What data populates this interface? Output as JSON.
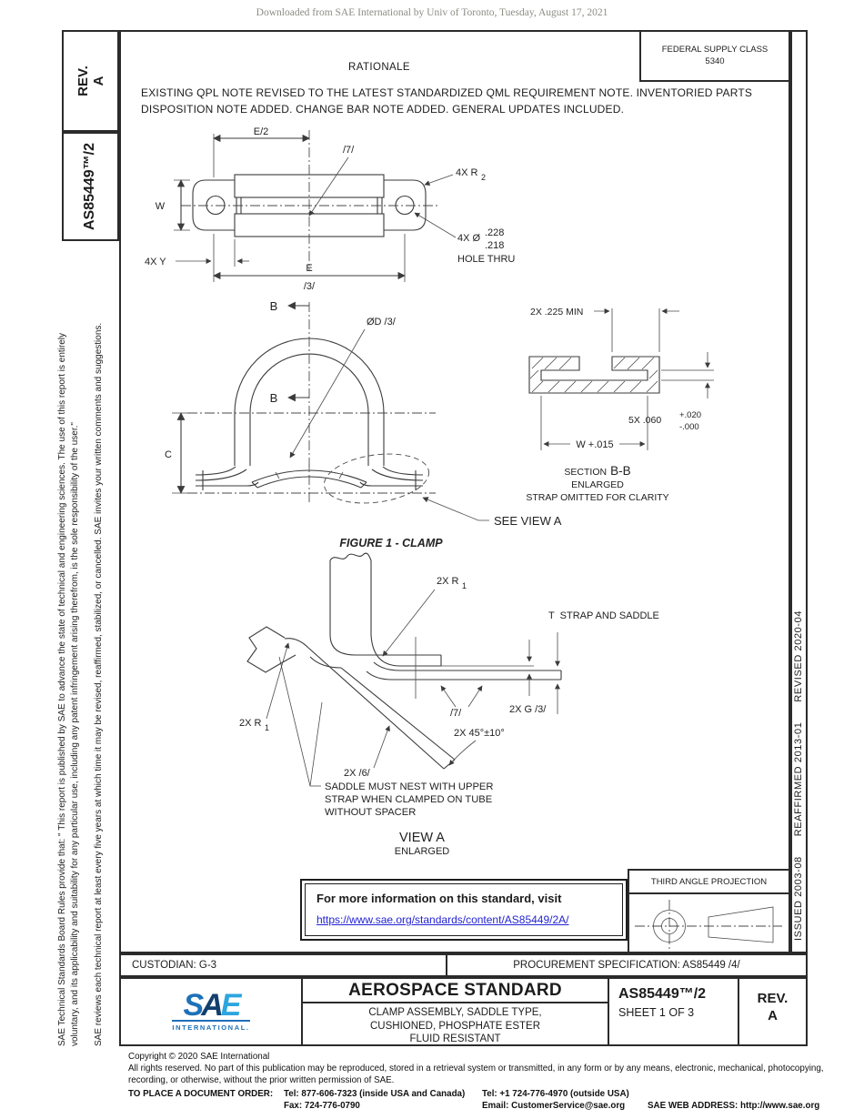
{
  "watermark": "Downloaded from SAE International by Univ of Toronto, Tuesday, August 17, 2021",
  "colors": {
    "link_blue": "#2323d3",
    "logo_s_blue": "#1e71b8",
    "logo_a_navy": "#123f6e",
    "logo_e_cyan": "#2ba6df",
    "line_gray": "#3b3b3b"
  },
  "left_sidebar": {
    "rev_label": "REV.",
    "rev_value": "A",
    "doc_number": "AS85449™/2",
    "legal_1_lines": [
      "SAE Technical Standards Board Rules provide that: \" This report is published by SAE to advance the state of technical and engineering sciences. The use of this report is entirely",
      "voluntary, and its applicability and suitability for any particular use, including any patent infringement arising therefrom, is the sole responsibility of the user.\""
    ],
    "legal_2": "SAE reviews each technical report at least every five years at which time it may be revised, reaffirmed, stabilized, or cancelled. SAE invites your written comments and suggestions."
  },
  "right_sidebar": {
    "dates": "ISSUED 2003-08      REAFFIRMED 2013-01      REVISED 2020-04"
  },
  "header": {
    "fsc_title": "FEDERAL SUPPLY CLASS",
    "fsc_code": "5340",
    "rationale_title": "RATIONALE",
    "rationale_body": "EXISTING QPL NOTE REVISED TO THE LATEST STANDARDIZED QML REQUIREMENT NOTE. INVENTORIED PARTS DISPOSITION NOTE ADDED. CHANGE BAR NOTE ADDED. GENERAL UPDATES INCLUDED."
  },
  "figures": {
    "top_view": {
      "labels": {
        "e_half": "E/2",
        "flag_7": "/7/",
        "r2": "4X R",
        "r2_sub": "2",
        "w": "W",
        "y": "4X Y",
        "e": "E",
        "e_flag": "/3/",
        "hole_qty": "4X Ø",
        "hole_max": ".228",
        "hole_min": ".218",
        "hole_thru": "HOLE THRU"
      }
    },
    "front_view": {
      "labels": {
        "b_top": "B",
        "b_mid": "B",
        "dia": "ØD /3/",
        "c": "C",
        "see": "SEE VIEW A"
      },
      "caption": "FIGURE 1 - CLAMP"
    },
    "section_bb": {
      "labels": {
        "top": "2X .225 MIN",
        "right_main": "5X .060",
        "right_plus": "+.020",
        "right_minus": "-.000",
        "bottom": "W +.015"
      },
      "caption_1": "SECTION",
      "caption_1b": "B-B",
      "caption_2": "ENLARGED",
      "caption_3": "STRAP OMITTED FOR CLARITY"
    },
    "view_a": {
      "labels": {
        "r1_top": "2X R",
        "r1_top_sub": "1",
        "t": "T  STRAP AND SADDLE",
        "flag_7": "/7/",
        "g": "2X G /3/",
        "angle": "2X 45°±10°",
        "flag_6": "2X /6/",
        "r1_left": "2X R",
        "r1_left_sub": "1",
        "note_lines": [
          "SADDLE MUST NEST WITH UPPER",
          "STRAP WHEN CLAMPED ON TUBE",
          "WITHOUT SPACER"
        ]
      },
      "caption": "VIEW A",
      "caption_2": "ENLARGED"
    }
  },
  "info_box": {
    "line1": "For more information on this standard, visit",
    "link": "https://www.sae.org/standards/content/AS85449/2A/"
  },
  "projection_box": {
    "title": "THIRD ANGLE PROJECTION"
  },
  "title_block": {
    "custodian": "CUSTODIAN: G-3",
    "procurement": "PROCUREMENT SPECIFICATION: AS85449 /4/",
    "logo_s": "S",
    "logo_a": "A",
    "logo_e": "E",
    "logo_sub": "INTERNATIONAL.",
    "standard_type": "AEROSPACE STANDARD",
    "title_lines": [
      "CLAMP ASSEMBLY, SADDLE TYPE,",
      "CUSHIONED, PHOSPHATE ESTER",
      "FLUID RESISTANT"
    ],
    "doc_number": "AS85449™/2",
    "sheet": "SHEET 1 OF 3",
    "rev_label": "REV.",
    "rev_value": "A"
  },
  "footer": {
    "copyright": "Copyright © 2020 SAE International",
    "rights_lines": [
      "All rights reserved. No part of this publication may be reproduced, stored in a retrieval system or transmitted, in any form or by any means, electronic, mechanical, photocopying,",
      "recording, or otherwise, without the prior written permission of SAE."
    ],
    "order_label": "TO PLACE A DOCUMENT ORDER:",
    "tel_inside": "Tel: 877-606-7323 (inside USA and Canada)",
    "tel_outside": "Tel: +1 724-776-4970 (outside USA)",
    "fax": "Fax: 724-776-0790",
    "email": "Email: CustomerService@sae.org",
    "web": "SAE WEB ADDRESS: http://www.sae.org"
  }
}
